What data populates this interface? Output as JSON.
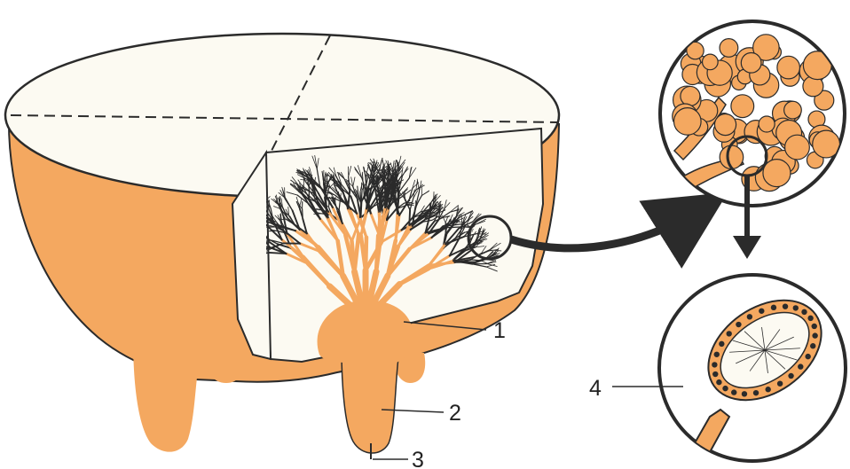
{
  "colors": {
    "tissue": "#f4a860",
    "tissue_light": "#f7bd83",
    "cream": "#fcfaf2",
    "outline": "#2b2b2b",
    "background": "#ffffff"
  },
  "labels": [
    {
      "id": "label-1",
      "text": "1"
    },
    {
      "id": "label-2",
      "text": "2"
    },
    {
      "id": "label-3",
      "text": "3"
    },
    {
      "id": "label-4",
      "text": "4"
    }
  ],
  "insets": {
    "upper": {
      "name": "alveoli-cluster-detail",
      "icon": "magnifier-circle"
    },
    "lower": {
      "name": "single-alveolus-cross-section",
      "icon": "magnifier-circle"
    }
  }
}
